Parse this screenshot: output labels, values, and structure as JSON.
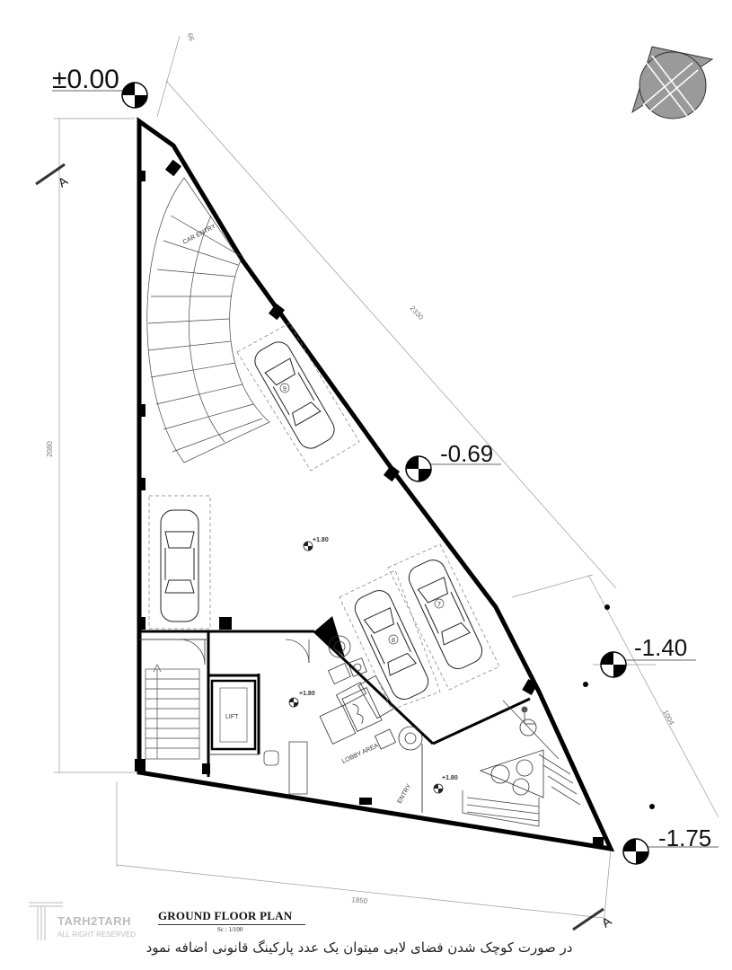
{
  "levels": {
    "top": "±0.00",
    "mid": "-0.69",
    "right": "-1.40",
    "bottom": "-1.75"
  },
  "floor_levels": {
    "drive": "+1.80",
    "lobby": "+1.80",
    "entry": "+1.80"
  },
  "section_marks": {
    "top": "A",
    "bottom": "A"
  },
  "rooms": {
    "ramp": "CAR ENTRY",
    "lift": "LIFT",
    "lobby": "LOBBY AREA",
    "entry": "ENTRY"
  },
  "parking_numbers": [
    "9",
    "8",
    "7"
  ],
  "dimensions": {
    "left": "2080",
    "diagonal": "2330",
    "bottom": "1850",
    "right": "1004",
    "top_small": "66"
  },
  "title": "GROUND  FLOOR PLAN",
  "scale": "Sc : 1/100",
  "logo": {
    "name": "TARH2TARH",
    "sub": "ALL RIGHT RESERVED"
  },
  "note": "در صورت کوچک شدن فضای لابی میتوان یک عدد پارکینگ قانونی اضافه نمود",
  "colors": {
    "wall": "#000000",
    "line": "#333333",
    "dim": "#999999",
    "compass": "#9a9a9a"
  }
}
